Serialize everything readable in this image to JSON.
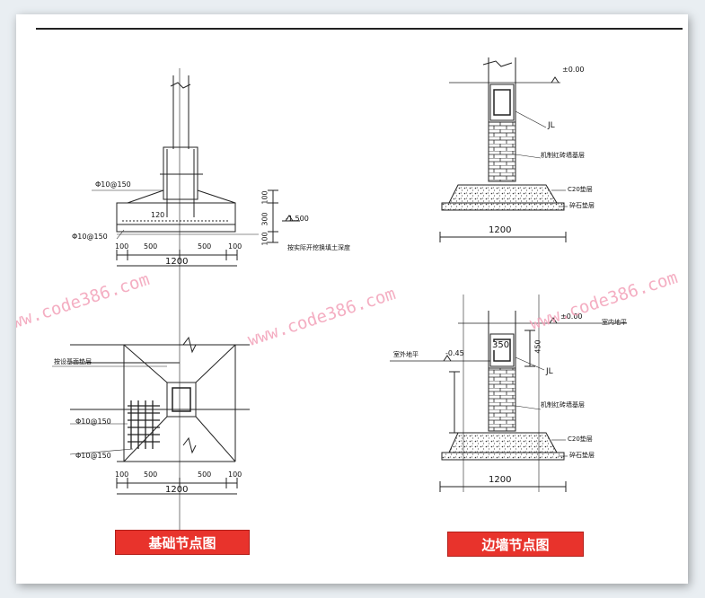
{
  "captions": {
    "left": "基础节点图",
    "right": "边墙节点图"
  },
  "watermark": "www.code386.com",
  "left_plan": {
    "rebar_top": "Φ10@150",
    "rebar_side": "Φ10@150",
    "dim_120": "120",
    "dim_500_a": "500",
    "dim_500_b": "500",
    "dim_100_a": "100",
    "dim_100_b": "100",
    "dim_1200": "1200",
    "v_100_top": "100",
    "v_300": "300",
    "v_100_bot": "100",
    "elev": "-1.500",
    "note_soil": "按实际开挖换填土深度"
  },
  "left_section": {
    "note_pad": "按设基面垫层",
    "rebar_a": "Φ10@150",
    "rebar_b": "Φ10@150",
    "dim_100_a": "100",
    "dim_500_a": "500",
    "dim_500_b": "500",
    "dim_100_b": "100",
    "dim_1200": "1200"
  },
  "right_top": {
    "elev": "±0.00",
    "jl": "JL",
    "wall": "机制红砖墙基层",
    "c20": "C20垫层",
    "gravel": "碎石垫层",
    "dim_1200": "1200"
  },
  "right_bottom": {
    "elev": "±0.00",
    "indoor": "室内地平",
    "outdoor": "室外地平",
    "elev_out": "-0.45",
    "dim_350": "350",
    "dim_450": "450",
    "jl": "JL",
    "wall": "机制红砖墙基层",
    "c20": "C20垫层",
    "gravel": "碎石垫层",
    "dim_1200": "1200"
  }
}
